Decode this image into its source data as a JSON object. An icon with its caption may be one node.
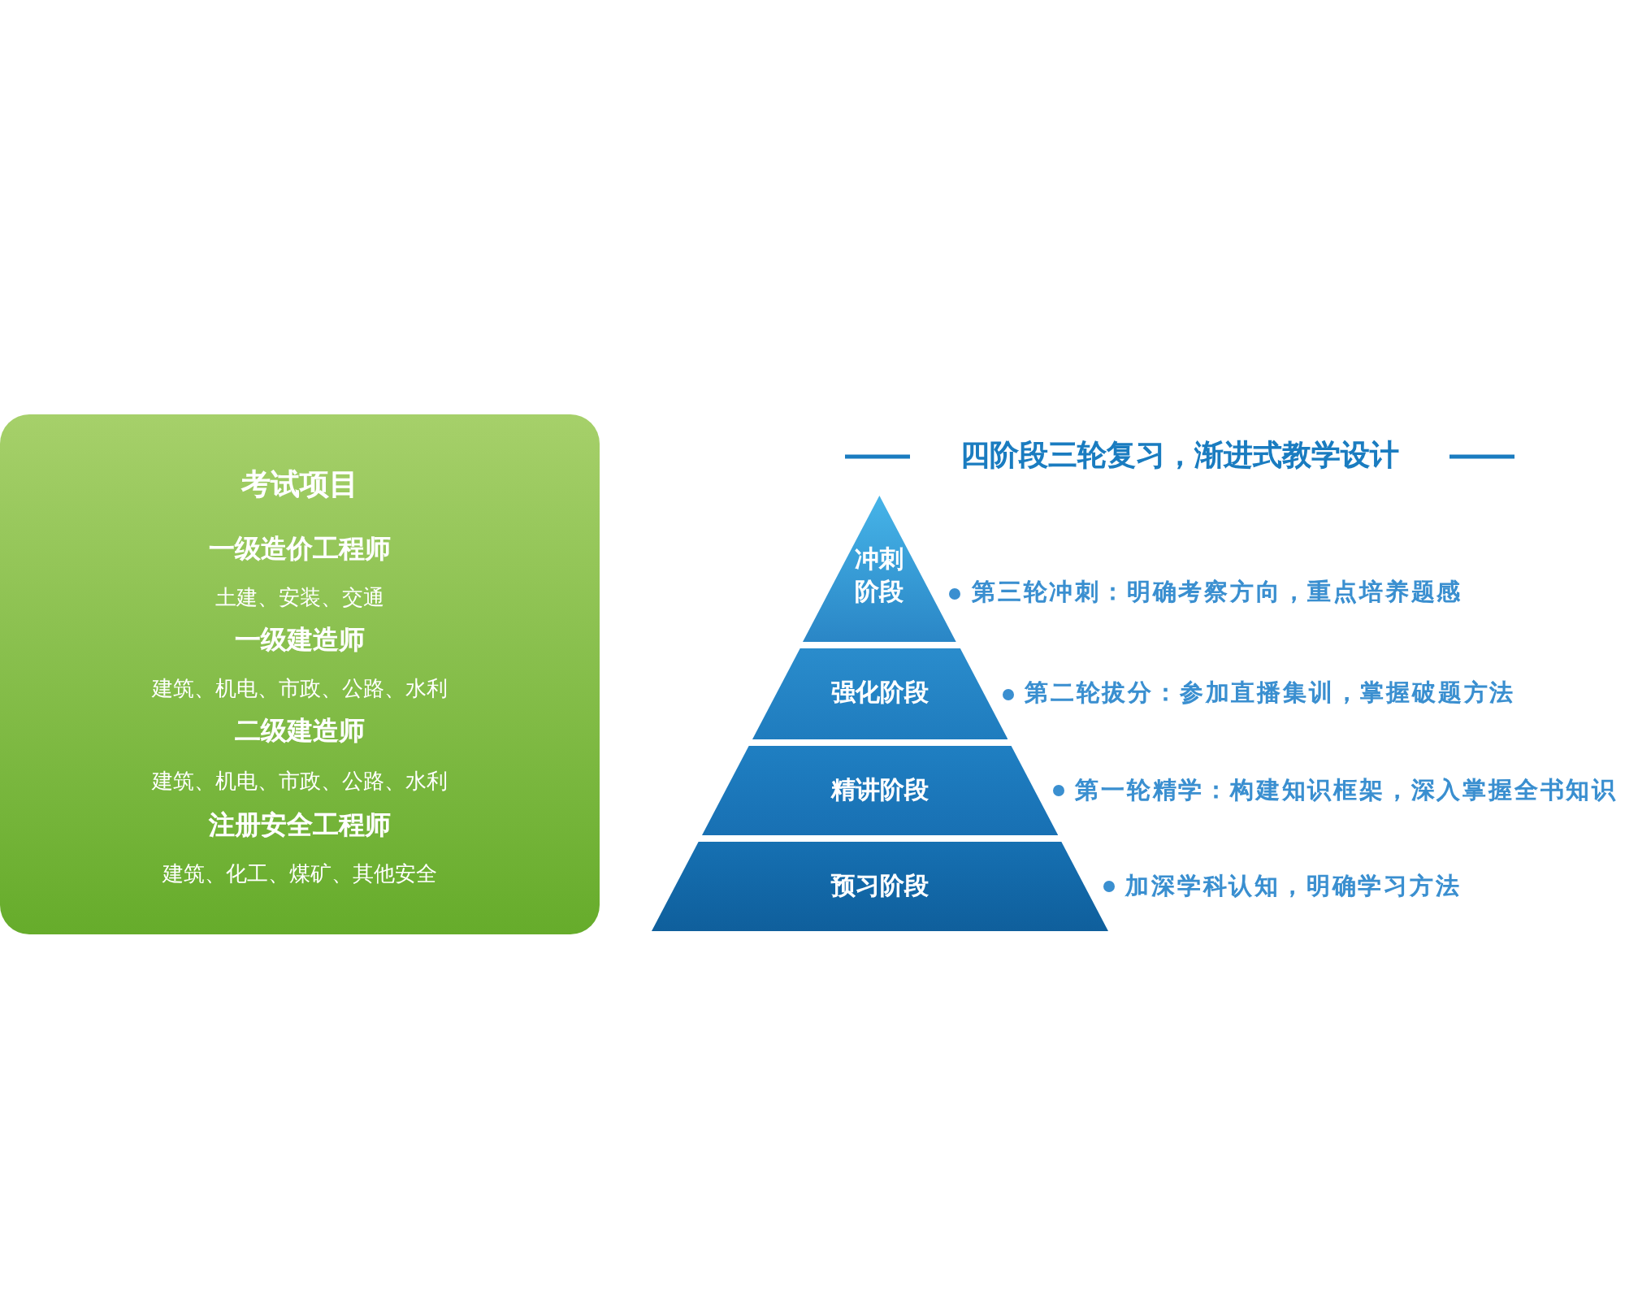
{
  "diagram": {
    "title": "四阶段三轮复习，渐进式教学设计",
    "nodes": [
      {
        "text": [
          "考试项目",
          "一级造价工程师",
          "土建、安装、交通",
          "一级建造师",
          "建筑、机电、市政、公路、水利",
          "二级建造师",
          "建筑、机电、市政、公路、水利",
          "注册安全工程师",
          "建筑、化工、煤矿、其他安全"
        ]
      },
      {
        "text": [
          "冲刺阶段"
        ],
        "beside": [
          "第三轮冲刺：明确考察方向，重点培养题感"
        ]
      },
      {
        "text": [
          "强化阶段"
        ],
        "beside": [
          "第二轮拔分：参加直播集训，掌握破题方法"
        ]
      },
      {
        "text": [
          "精讲阶段"
        ],
        "beside": [
          "第一轮精学：构建知识框架，深入掌握全书知识"
        ]
      },
      {
        "text": [
          "预习阶段"
        ],
        "beside": [
          "加深学科认知，明确学习方法"
        ]
      }
    ],
    "edges": []
  }
}
